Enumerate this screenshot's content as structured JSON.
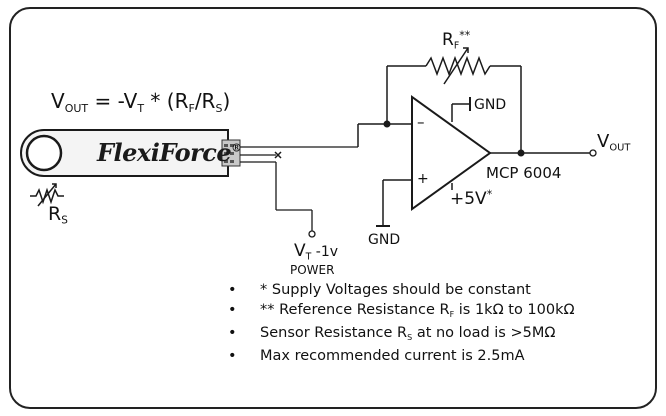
{
  "formula": {
    "v": "V",
    "v_sub": "OUT",
    "eq": " = -V",
    "vt_sub": "T",
    "mid": " * (R",
    "rf_sub": "F",
    "slash": "/R",
    "rs_sub": "S",
    "close": ")"
  },
  "sensor": {
    "brand": "FlexiForce",
    "reg": "®",
    "rs_main": "R",
    "rs_sub": "S"
  },
  "feedback": {
    "main": "R",
    "sub": "F",
    "stars": "**"
  },
  "opamp": {
    "minus": "–",
    "plus": "+",
    "gnd": "GND",
    "model": "MCP 6004",
    "supply_main": "+5V",
    "supply_star": "*"
  },
  "gnd_label": "GND",
  "vt": {
    "main": "V",
    "sub": "T",
    "rest": " -1v",
    "power": "POWER"
  },
  "vout": {
    "main": "V",
    "sub": "OUT"
  },
  "notes": {
    "n1": "* Supply Voltages should be constant",
    "n2_a": "** Reference Resistance R",
    "n2_sub": "F",
    "n2_b": "is 1kΩ to 100kΩ",
    "n3_a": "Sensor Resistance R",
    "n3_sub": "S",
    "n3_b": "at no load is >5MΩ",
    "n4": "Max recommended current is 2.5mA"
  }
}
